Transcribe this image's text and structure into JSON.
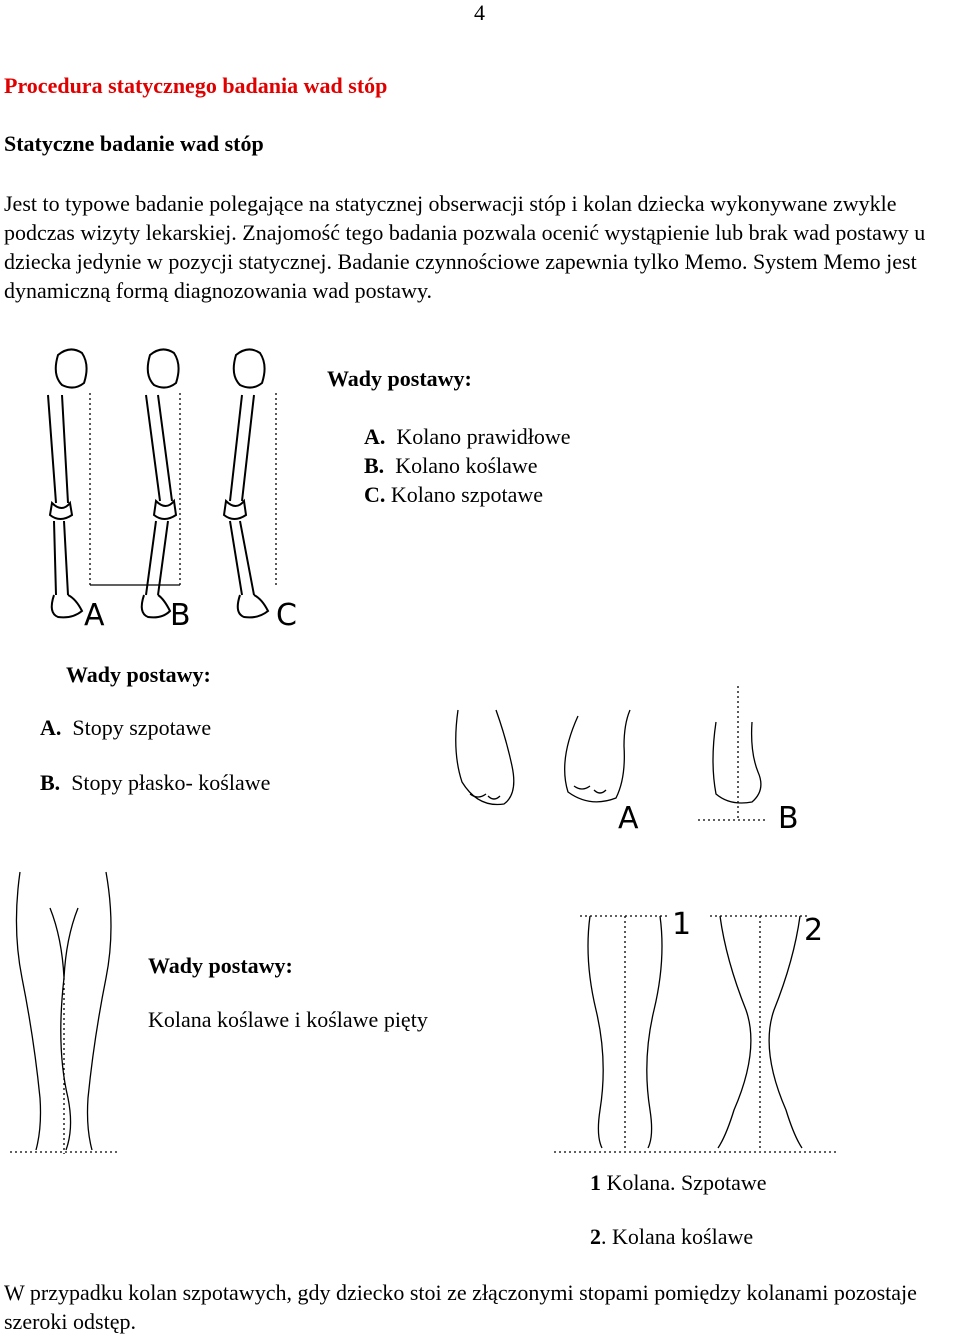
{
  "page_number": "4",
  "title": "Procedura statycznego badania wad stóp",
  "subtitle": "Statyczne badanie wad stóp",
  "intro": "Jest to typowe badanie polegające na statycznej obserwacji stóp i kolan dziecka wykonywane zwykle podczas wizyty lekarskiej. Znajomość tego badania pozwala ocenić wystąpienie lub brak wad postawy u dziecka jedynie w pozycji statycznej. Badanie czynnościowe zapewnia tylko Memo. System Memo jest dynamiczną formą diagnozowania wad postawy.",
  "section1": {
    "heading": "Wady postawy:",
    "items": [
      {
        "letter": "A.",
        "text": "Kolano prawidłowe"
      },
      {
        "letter": "B.",
        "text": "Kolano koślawe"
      },
      {
        "letter": "C.",
        "text": "Kolano szpotawe"
      }
    ],
    "figure_labels": [
      "A",
      "B",
      "C"
    ]
  },
  "section2": {
    "heading": "Wady postawy:",
    "items": [
      {
        "letter": "A.",
        "text": "Stopy szpotawe"
      },
      {
        "letter": "B.",
        "text": "Stopy płasko- koślawe"
      }
    ],
    "figure_labels": [
      "A",
      "B"
    ]
  },
  "section3": {
    "heading": "Wady postawy:",
    "text": "Kolana koślawe i koślawe pięty",
    "figure_labels": [
      "1",
      "2"
    ],
    "captions": [
      {
        "num": "1",
        "text": " Kolana. Szpotawe"
      },
      {
        "num": "2",
        "text": ". Kolana koślawe"
      }
    ]
  },
  "bottom_text": "W przypadku kolan szpotawych, gdy dziecko stoi ze złączonymi stopami pomiędzy kolanami pozostaje szeroki odstęp."
}
